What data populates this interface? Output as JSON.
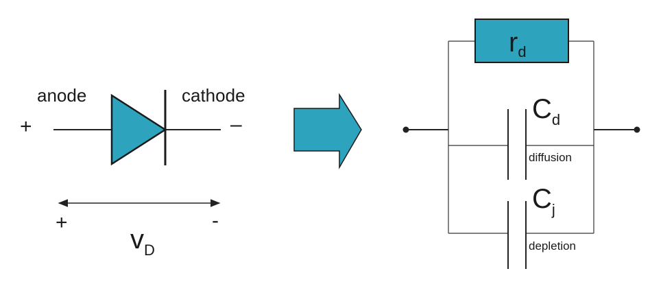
{
  "colors": {
    "accent": "#2ea3bd",
    "stroke": "#222222"
  },
  "diode": {
    "anode_label": "anode",
    "cathode_label": "cathode",
    "plus_sign": "+",
    "minus_sign": "–"
  },
  "voltage": {
    "plus_sign": "+",
    "minus_sign": "-",
    "symbol": "v",
    "subscript": "D"
  },
  "arrow_icon": "right-arrow-icon",
  "model": {
    "resistor": {
      "symbol": "r",
      "subscript": "d"
    },
    "diffusion_cap": {
      "symbol": "C",
      "subscript": "d",
      "caption": "diffusion"
    },
    "depletion_cap": {
      "symbol": "C",
      "subscript": "j",
      "caption": "depletion"
    }
  }
}
